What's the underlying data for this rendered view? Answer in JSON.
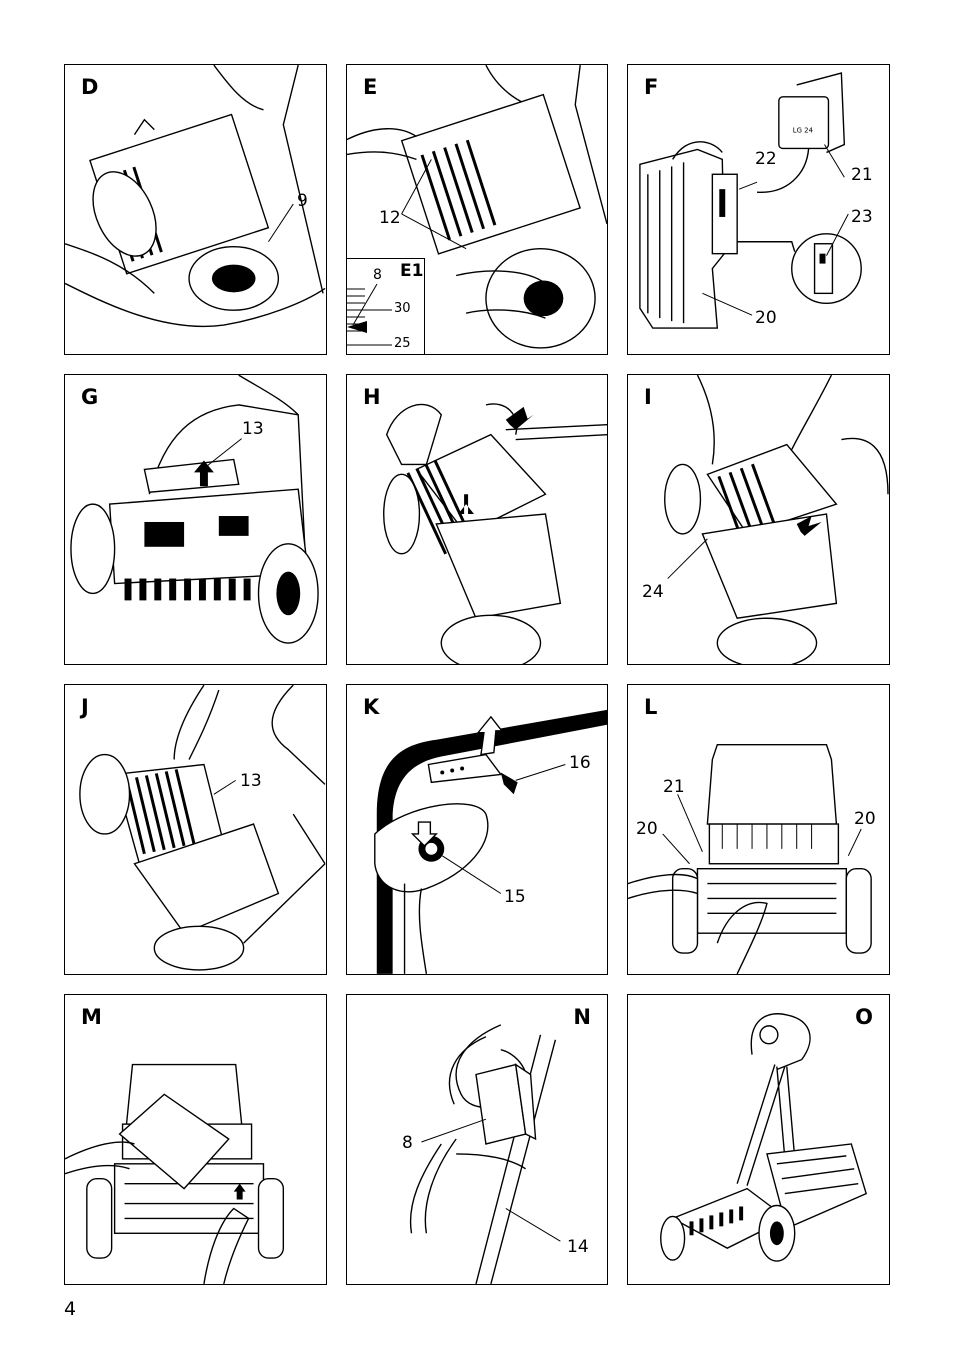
{
  "page_number": "4",
  "panels": {
    "D": {
      "label": "D",
      "callouts": [
        "9"
      ]
    },
    "E": {
      "label": "E",
      "inset_label": "E1",
      "callouts": [
        "12",
        "8"
      ],
      "scale": [
        "30",
        "25"
      ]
    },
    "F": {
      "label": "F",
      "charger_text": "LG 24",
      "callouts": [
        "22",
        "21",
        "23",
        "20"
      ]
    },
    "G": {
      "label": "G",
      "callouts": [
        "13"
      ]
    },
    "H": {
      "label": "H",
      "callouts": []
    },
    "I": {
      "label": "I",
      "callouts": [
        "24"
      ]
    },
    "J": {
      "label": "J",
      "callouts": [
        "13"
      ]
    },
    "K": {
      "label": "K",
      "callouts": [
        "16",
        "15"
      ]
    },
    "L": {
      "label": "L",
      "callouts": [
        "21",
        "20",
        "20"
      ]
    },
    "M": {
      "label": "M",
      "callouts": []
    },
    "N": {
      "label": "N",
      "callouts": [
        "8",
        "14"
      ]
    },
    "O": {
      "label": "O",
      "callouts": []
    }
  }
}
